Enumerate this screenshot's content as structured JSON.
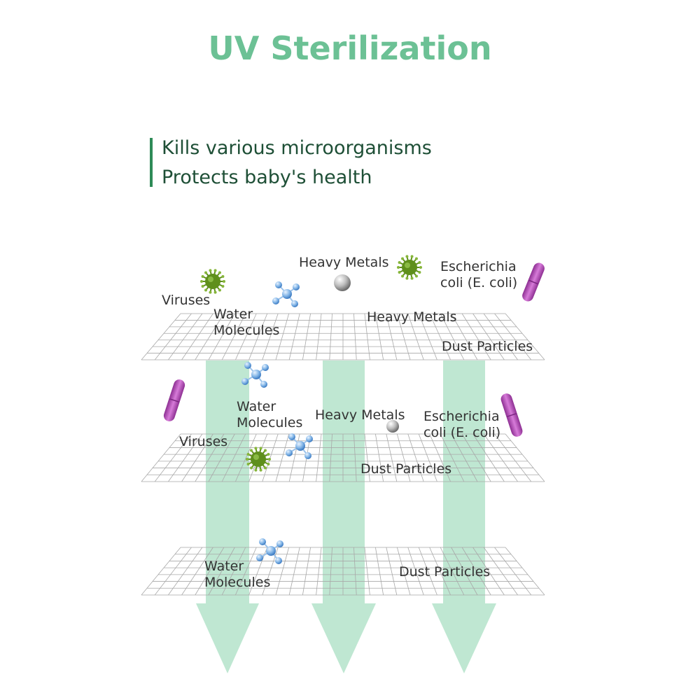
{
  "title": "UV Sterilization",
  "subtitle": [
    "Kills various microorganisms",
    "Protects baby's health"
  ],
  "colors": {
    "title": "#6cc195",
    "accent_bar": "#2e8b57",
    "subtitle": "#1e4f36",
    "arrow": "#bfe7d2",
    "grid": "#a8a8a8",
    "virus": "#5f8f1c",
    "bacteria": "#b056b5",
    "molecule": "#6aa6e0",
    "metal": "#c4c4c4"
  },
  "layers": [
    {
      "name": "top-layer",
      "labels": {
        "viruses": "Viruses",
        "water": [
          "Water",
          "Molecules"
        ],
        "heavy_metals_above": "Heavy Metals",
        "heavy_metals_on": "Heavy Metals",
        "ecoli": [
          "Escherichia",
          "coli (E. coli)"
        ],
        "dust": "Dust Particles"
      },
      "icons": [
        "virus-icon",
        "virus-icon",
        "water-molecule-icon",
        "metal-sphere-icon",
        "bacteria-icon"
      ]
    },
    {
      "name": "middle-layer",
      "labels": {
        "water": [
          "Water",
          "Molecules"
        ],
        "viruses": "Viruses",
        "heavy_metals": "Heavy Metals",
        "ecoli": [
          "Escherichia",
          "coli (E. coli)"
        ],
        "dust": "Dust Particles"
      },
      "icons": [
        "bacteria-icon",
        "water-molecule-icon",
        "water-molecule-icon",
        "virus-icon",
        "metal-sphere-icon",
        "bacteria-icon"
      ]
    },
    {
      "name": "bottom-layer",
      "labels": {
        "water": [
          "Water",
          "Molecules"
        ],
        "dust": "Dust Particles"
      },
      "icons": [
        "water-molecule-icon"
      ]
    }
  ]
}
